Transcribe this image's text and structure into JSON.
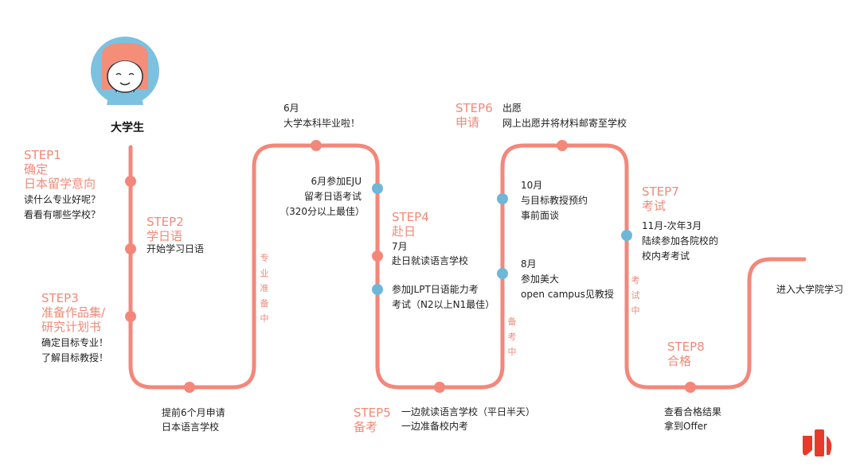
{
  "colors": {
    "path": "#f4877a",
    "milestone": "#f4877a",
    "exam": "#6fb7d9",
    "accent_text": "#f08a78",
    "avatar_bg": "#7cc1e0",
    "hair": "#f48e79"
  },
  "avatar": {
    "label": "大学生"
  },
  "steps": {
    "s1": {
      "num": "STEP1",
      "title_lines": [
        "确定",
        "日本留学意向"
      ],
      "desc_lines": [
        "读什么专业好呢？",
        "看看有哪些学校？"
      ]
    },
    "s2": {
      "num": "STEP2",
      "title": "学日语",
      "desc": "开始学习日语"
    },
    "s3": {
      "num": "STEP3",
      "title_lines": [
        "准备作品集/",
        "研究计划书"
      ],
      "desc_lines": [
        "确定目标专业！",
        "了解目标教授！"
      ]
    },
    "s4": {
      "num": "STEP4",
      "title": "赴日",
      "desc_lines": [
        "7月",
        "赴日就读语言学校"
      ]
    },
    "s5": {
      "num": "STEP5",
      "title": "备考",
      "desc_lines": [
        "一边就读语言学校（平日半天）",
        "一边准备校内考"
      ]
    },
    "s6": {
      "num": "STEP6",
      "title": "申请",
      "desc_lines": [
        "出愿",
        "网上出愿并将材料邮寄至学校"
      ]
    },
    "s7": {
      "num": "STEP7",
      "title": "考试",
      "desc_lines": [
        "11月-次年3月",
        "陆续参加各院校的",
        "校内考考试"
      ]
    },
    "s8": {
      "num": "STEP8",
      "title": "合格",
      "desc_lines": [
        "查看合格结果",
        "拿到Offer"
      ]
    }
  },
  "events": {
    "apply_lang": [
      "提前6个月申请",
      "日本语言学校"
    ],
    "graduate": [
      "6月",
      "大学本科毕业啦！"
    ],
    "eju": [
      "6月参加EJU",
      "留考日语考试",
      "（320分以上最佳）"
    ],
    "jlpt": [
      "参加JLPT日语能力考",
      "考试（N2以上N1最佳）"
    ],
    "oct": [
      "10月",
      "与目标教授预约",
      "事前面谈"
    ],
    "aug": [
      "8月",
      "参加美大",
      "open campus见教授"
    ],
    "enter": "进入大学院学习"
  },
  "side_labels": {
    "prep": "专业准备中",
    "exam_prep": "备考中",
    "exam": "考试中"
  }
}
